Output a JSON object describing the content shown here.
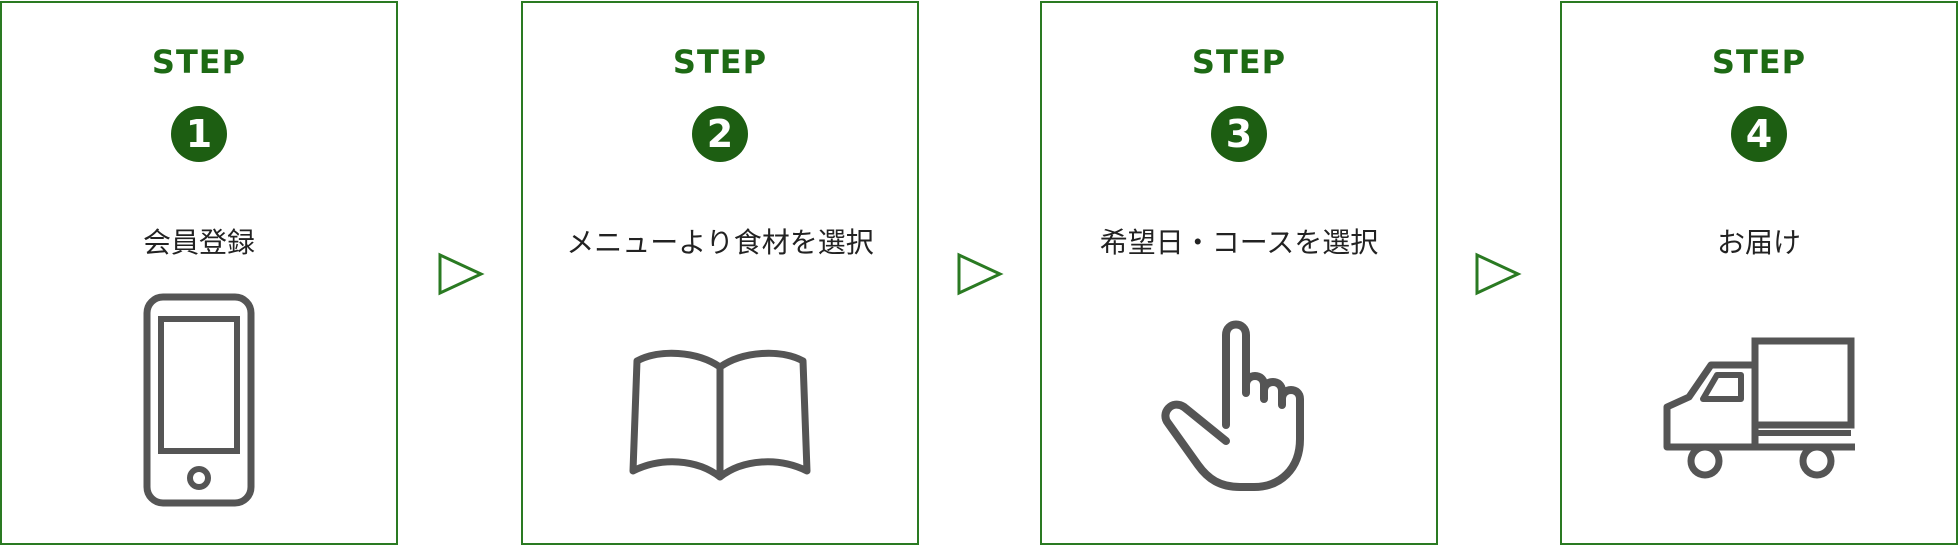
{
  "steps": [
    {
      "label": "STEP",
      "number": "1",
      "title": "会員登録",
      "icon": "smartphone-icon"
    },
    {
      "label": "STEP",
      "number": "2",
      "title": "メニューより食材を選択",
      "icon": "open-book-icon"
    },
    {
      "label": "STEP",
      "number": "3",
      "title": "希望日・コースを選択",
      "icon": "pointing-hand-icon"
    },
    {
      "label": "STEP",
      "number": "4",
      "title": "お届け",
      "icon": "delivery-truck-icon"
    }
  ],
  "colors": {
    "accent_green": "#2a7a22",
    "number_badge": "#1d5e12",
    "icon_gray": "#555555"
  }
}
